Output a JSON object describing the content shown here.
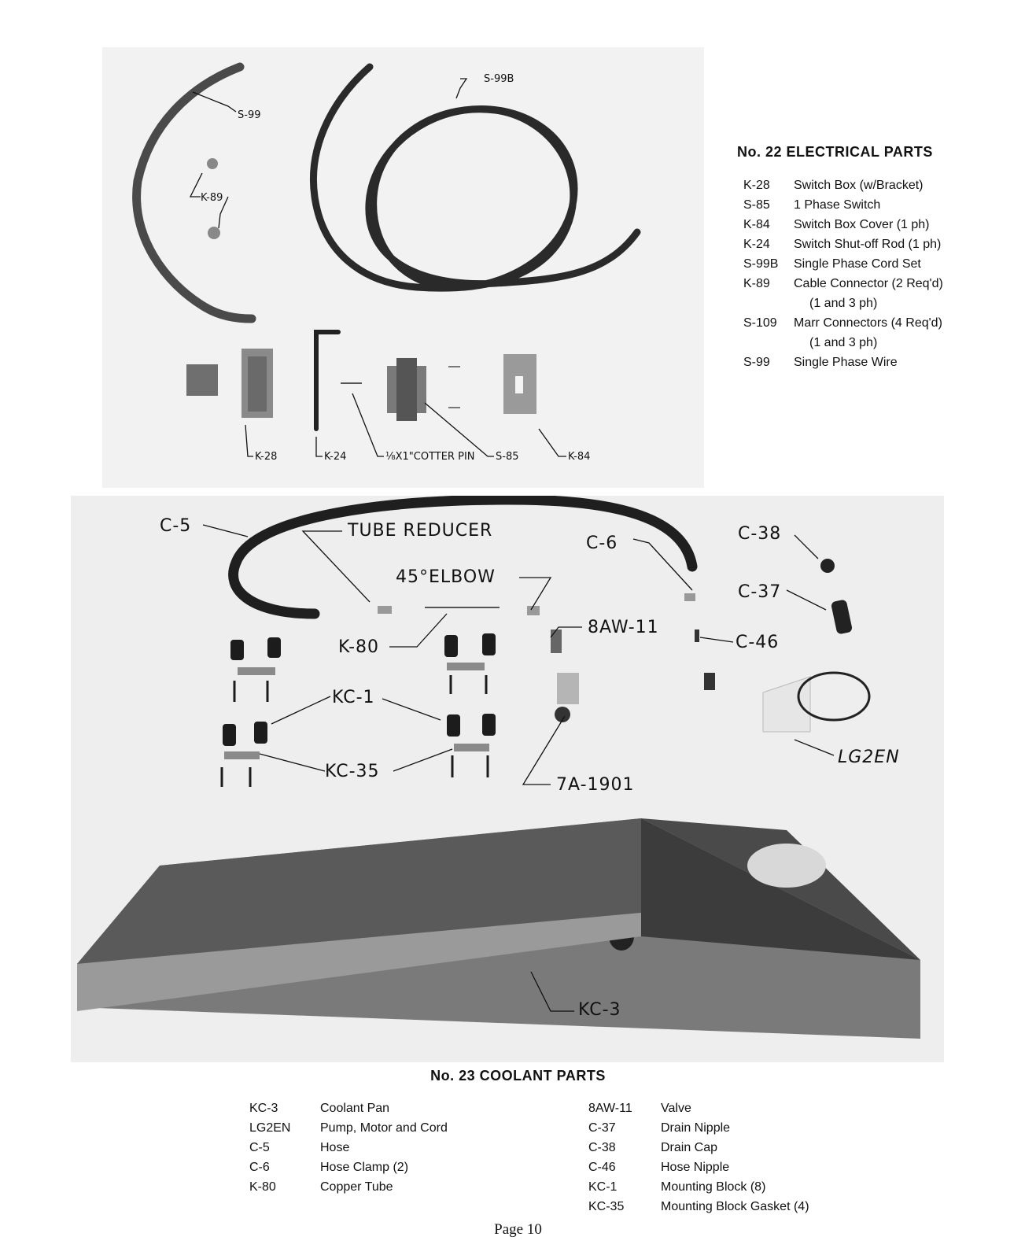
{
  "electrical": {
    "heading": "No. 22 ELECTRICAL PARTS",
    "callouts": {
      "s99": "S-99",
      "s99b": "S-99B",
      "k89": "K-89",
      "k28": "K-28",
      "k24": "K-24",
      "cotter_pin": "⅛X1\"COTTER PIN",
      "s85": "S-85",
      "k84": "K-84"
    },
    "parts": [
      {
        "num": "K-28",
        "desc": "Switch Box (w/Bracket)"
      },
      {
        "num": "S-85",
        "desc": "1 Phase Switch"
      },
      {
        "num": "K-84",
        "desc": "Switch Box Cover (1 ph)"
      },
      {
        "num": "K-24",
        "desc": "Switch Shut-off Rod (1 ph)"
      },
      {
        "num": "S-99B",
        "desc": "Single Phase Cord Set"
      },
      {
        "num": "K-89",
        "desc": "Cable Connector (2 Req'd)",
        "sub": "(1 and 3 ph)"
      },
      {
        "num": "S-109",
        "desc": "Marr Connectors (4 Req'd)",
        "sub": "(1 and 3 ph)"
      },
      {
        "num": "S-99",
        "desc": "Single Phase Wire"
      }
    ]
  },
  "coolant": {
    "heading": "No. 23 COOLANT PARTS",
    "callouts": {
      "c5": "C-5",
      "tube_reducer": "TUBE REDUCER",
      "c6": "C-6",
      "c38": "C-38",
      "elbow": "45°ELBOW",
      "c37": "C-37",
      "aw11": "8AW-11",
      "k80": "K-80",
      "c46": "C-46",
      "kc1": "KC-1",
      "kc35": "KC-35",
      "a1901": "7A-1901",
      "lg2en": "LG2EN",
      "kc3": "KC-3"
    },
    "parts_left": [
      {
        "num": "KC-3",
        "desc": "Coolant Pan"
      },
      {
        "num": "LG2EN",
        "desc": "Pump, Motor and Cord"
      },
      {
        "num": "C-5",
        "desc": "Hose"
      },
      {
        "num": "C-6",
        "desc": "Hose Clamp (2)"
      },
      {
        "num": "K-80",
        "desc": "Copper Tube"
      }
    ],
    "parts_right": [
      {
        "num": "8AW-11",
        "desc": "Valve"
      },
      {
        "num": "C-37",
        "desc": "Drain Nipple"
      },
      {
        "num": "C-38",
        "desc": "Drain Cap"
      },
      {
        "num": "C-46",
        "desc": "Hose Nipple"
      },
      {
        "num": "KC-1",
        "desc": "Mounting Block (8)"
      },
      {
        "num": "KC-35",
        "desc": "Mounting Block Gasket (4)"
      }
    ]
  },
  "page_number": "Page 10"
}
